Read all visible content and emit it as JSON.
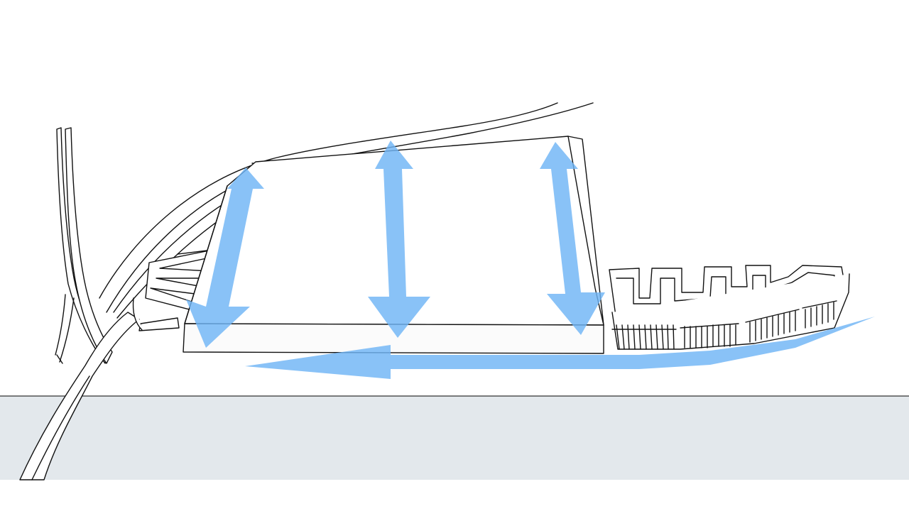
{
  "colors": {
    "background": "#ffffff",
    "ground": "#e3e8ec",
    "ground_edge": "#333333",
    "line": "#111111",
    "arrow": "#6fb4f5",
    "block_top": "#ffffff",
    "block_side": "#fbfbfb"
  },
  "arrow_opacity": 0.82,
  "elements": {
    "vertical_arrows": [
      "double-arrow",
      "double-arrow",
      "double-arrow"
    ],
    "flow_arrow": "single-arrow-left",
    "structures": [
      "bridge-tower",
      "curved-roof-canopy",
      "rectangular-block",
      "comb-building",
      "stepped-terraces"
    ]
  }
}
